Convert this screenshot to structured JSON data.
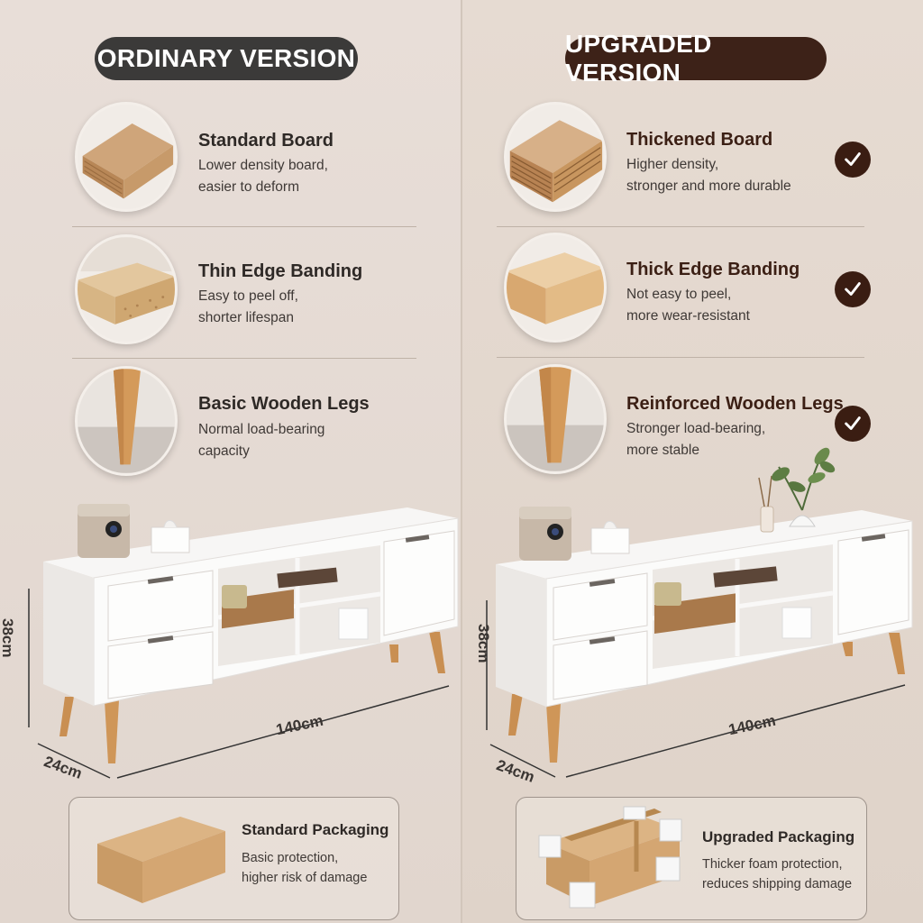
{
  "ordinary": {
    "header": "ORDINARY VERSION",
    "features": [
      {
        "title": "Standard Board",
        "desc1": "Lower density board,",
        "desc2": "easier to deform",
        "icon": "board-sample-icon"
      },
      {
        "title": "Thin Edge Banding",
        "desc1": "Easy to peel off,",
        "desc2": "shorter lifespan",
        "icon": "edge-banding-icon"
      },
      {
        "title": "Basic Wooden Legs",
        "desc1": "Normal load-bearing",
        "desc2": "capacity",
        "icon": "wooden-leg-icon"
      }
    ],
    "dimensions": {
      "height": "38cm",
      "width": "140cm",
      "depth": "24cm"
    },
    "packaging": {
      "title": "Standard Packaging",
      "desc1": "Basic protection,",
      "desc2": "higher risk of damage"
    }
  },
  "upgraded": {
    "header": "UPGRADED VERSION",
    "features": [
      {
        "title": "Thickened Board",
        "desc1": "Higher density,",
        "desc2": "stronger and more durable",
        "icon": "board-sample-icon"
      },
      {
        "title": "Thick Edge Banding",
        "desc1": "Not easy to peel,",
        "desc2": "more wear-resistant",
        "icon": "edge-banding-icon"
      },
      {
        "title": "Reinforced Wooden Legs",
        "desc1": "Stronger load-bearing,",
        "desc2": "more stable",
        "icon": "wooden-leg-icon"
      }
    ],
    "dimensions": {
      "height": "38cm",
      "width": "140cm",
      "depth": "24cm"
    },
    "packaging": {
      "title": "Upgraded Packaging",
      "desc1": "Thicker foam protection,",
      "desc2": "reduces shipping damage"
    }
  },
  "colors": {
    "ordinary_pill": "#3b3a39",
    "upgraded_pill": "#3d2218",
    "check": "#3a1d12",
    "wood": "#d9a56a"
  }
}
